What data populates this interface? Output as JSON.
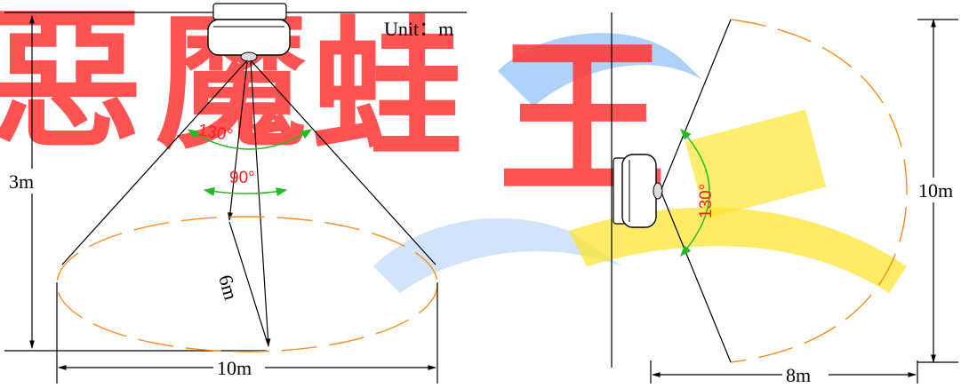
{
  "unit_label": "Unit：m",
  "watermark": "惡魔蛙王",
  "side_view": {
    "height_label": "3m",
    "diameter_label": "10m",
    "radius_label": "6m",
    "angle_outer_label": "130°",
    "angle_inner_label": "90°"
  },
  "wall_view": {
    "height_label": "10m",
    "distance_label": "8m",
    "angle_label": "130°"
  },
  "colors": {
    "lines": "#000000",
    "detection_zone": "#ff8c1a",
    "angle_arcs": "#22bb22",
    "angle_text": "#ff2020",
    "watermark_red": "#ff2a2a",
    "watermark_yellow": "#ffe21a",
    "watermark_blue": "#5aa0ee"
  }
}
